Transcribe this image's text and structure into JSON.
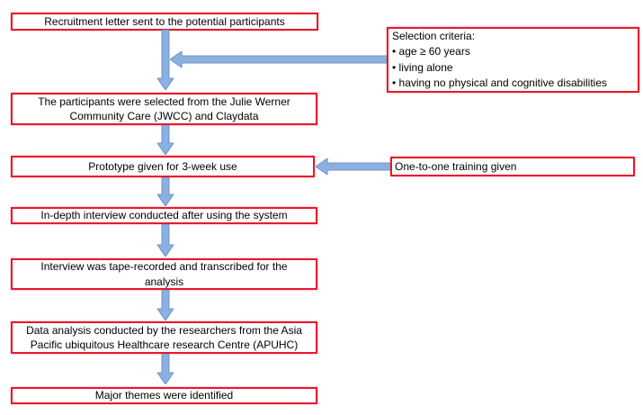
{
  "colors": {
    "box_border": "#e8192c",
    "arrow_fill": "#8cb0df",
    "arrow_stroke": "#6b96c9",
    "text": "#000000",
    "background": "#ffffff"
  },
  "flowchart": {
    "steps": [
      {
        "lines": [
          "Recruitment letter sent to the potential participants",
          ""
        ]
      },
      {
        "lines": [
          "The participants were selected from the Julie Werner",
          "Community Care (JWCC) and Claydata"
        ]
      },
      {
        "lines": [
          "Prototype given for 3-week use",
          ""
        ]
      },
      {
        "lines": [
          "In-depth interview conducted after using the system",
          ""
        ]
      },
      {
        "lines": [
          "Interview was tape-recorded and transcribed for the",
          "analysis"
        ]
      },
      {
        "lines": [
          "Data analysis conducted by the researchers from the Asia",
          "Pacific ubiquitous Healthcare research Centre (APUHC)"
        ]
      },
      {
        "lines": [
          "Major themes were identified",
          ""
        ]
      }
    ],
    "notes": {
      "selection_criteria": {
        "title": "Selection criteria:",
        "items": [
          "• age ≥ 60 years",
          "• living alone",
          "• having no physical and cognitive disabilities"
        ]
      },
      "training": {
        "label": "One-to-one training given"
      }
    }
  }
}
